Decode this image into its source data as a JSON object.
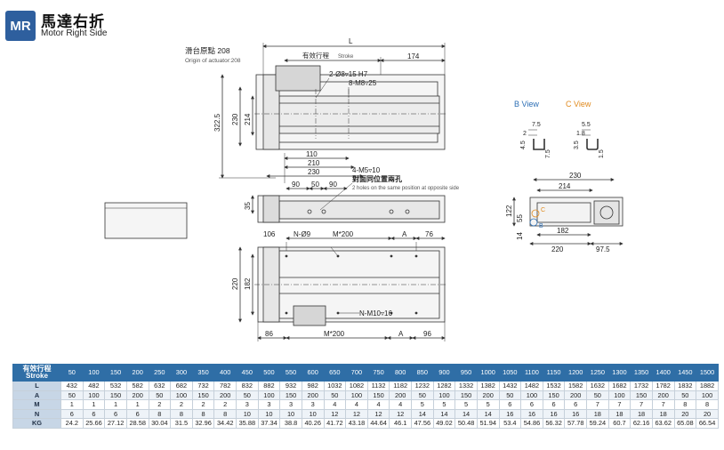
{
  "header": {
    "badge": "MR",
    "title_zh": "馬達右折",
    "title_en": "Motor Right Side"
  },
  "drawing": {
    "top_view": {
      "origin_zh": "滑台原點 208",
      "origin_en": "Origin of actuator:208",
      "dim_L": "L",
      "stroke_zh": "有效行程",
      "stroke_en": "Stroke",
      "dim_174": "174",
      "hole1": "2-Ø8▿15 H7",
      "hole2": "8-M8▿25",
      "dim_322_5": "322.5",
      "dim_230": "230",
      "dim_214": "214",
      "dim_110": "110",
      "dim_210": "210",
      "dim_230b": "230"
    },
    "front_view": {
      "hole_note": "4-M5▿10",
      "hole_note_zh": "對面同位置兩孔",
      "hole_note_en": "2 holes on the same position at opposite side",
      "dim_90a": "90",
      "dim_50": "50",
      "dim_90b": "90",
      "dim_35": "35"
    },
    "bottom_view": {
      "dim_106": "106",
      "n_holes": "N-Ø9",
      "m200_top": "M*200",
      "a_top": "A",
      "dim_76": "76",
      "dim_220": "220",
      "dim_182": "182",
      "n_m10": "N-M10▿16",
      "dim_86": "86",
      "m200_bottom": "M*200",
      "a_bottom": "A",
      "dim_96": "96"
    },
    "details": {
      "b_view": "B View",
      "c_view": "C View",
      "b_7_5": "7.5",
      "b_2": "2",
      "b_4_5": "4.5",
      "b_7_5b": "7.5",
      "c_5_5": "5.5",
      "c_1_8": "1.8",
      "c_3_5": "3.5",
      "c_1_5": "1.5"
    },
    "end_view": {
      "dim_230": "230",
      "dim_214": "214",
      "dim_122": "122",
      "dim_55": "55",
      "dim_14": "14",
      "dim_182": "182",
      "dim_220": "220",
      "dim_97_5": "97.5",
      "label_b": "B",
      "label_c": "C"
    },
    "colors": {
      "line": "#333333",
      "b_view": "#2d6fb5",
      "c_view": "#e08a1e"
    }
  },
  "table": {
    "header_zh": "有效行程",
    "header_en": "Stroke",
    "strokes": [
      "50",
      "100",
      "150",
      "200",
      "250",
      "300",
      "350",
      "400",
      "450",
      "500",
      "550",
      "600",
      "650",
      "700",
      "750",
      "800",
      "850",
      "900",
      "950",
      "1000",
      "1050",
      "1100",
      "1150",
      "1200",
      "1250",
      "1300",
      "1350",
      "1400",
      "1450",
      "1500"
    ],
    "rows": [
      {
        "label": "L",
        "values": [
          "432",
          "482",
          "532",
          "582",
          "632",
          "682",
          "732",
          "782",
          "832",
          "882",
          "932",
          "982",
          "1032",
          "1082",
          "1132",
          "1182",
          "1232",
          "1282",
          "1332",
          "1382",
          "1432",
          "1482",
          "1532",
          "1582",
          "1632",
          "1682",
          "1732",
          "1782",
          "1832",
          "1882"
        ]
      },
      {
        "label": "A",
        "values": [
          "50",
          "100",
          "150",
          "200",
          "50",
          "100",
          "150",
          "200",
          "50",
          "100",
          "150",
          "200",
          "50",
          "100",
          "150",
          "200",
          "50",
          "100",
          "150",
          "200",
          "50",
          "100",
          "150",
          "200",
          "50",
          "100",
          "150",
          "200",
          "50",
          "100"
        ]
      },
      {
        "label": "M",
        "values": [
          "1",
          "1",
          "1",
          "1",
          "2",
          "2",
          "2",
          "2",
          "3",
          "3",
          "3",
          "3",
          "4",
          "4",
          "4",
          "4",
          "5",
          "5",
          "5",
          "5",
          "6",
          "6",
          "6",
          "6",
          "7",
          "7",
          "7",
          "7",
          "8",
          "8"
        ]
      },
      {
        "label": "N",
        "values": [
          "6",
          "6",
          "6",
          "6",
          "8",
          "8",
          "8",
          "8",
          "10",
          "10",
          "10",
          "10",
          "12",
          "12",
          "12",
          "12",
          "14",
          "14",
          "14",
          "14",
          "16",
          "16",
          "16",
          "16",
          "18",
          "18",
          "18",
          "18",
          "20",
          "20"
        ]
      },
      {
        "label": "KG",
        "values": [
          "24.2",
          "25.66",
          "27.12",
          "28.58",
          "30.04",
          "31.5",
          "32.96",
          "34.42",
          "35.88",
          "37.34",
          "38.8",
          "40.26",
          "41.72",
          "43.18",
          "44.64",
          "46.1",
          "47.56",
          "49.02",
          "50.48",
          "51.94",
          "53.4",
          "54.86",
          "56.32",
          "57.78",
          "59.24",
          "60.7",
          "62.16",
          "63.62",
          "65.08",
          "66.54"
        ]
      }
    ]
  }
}
